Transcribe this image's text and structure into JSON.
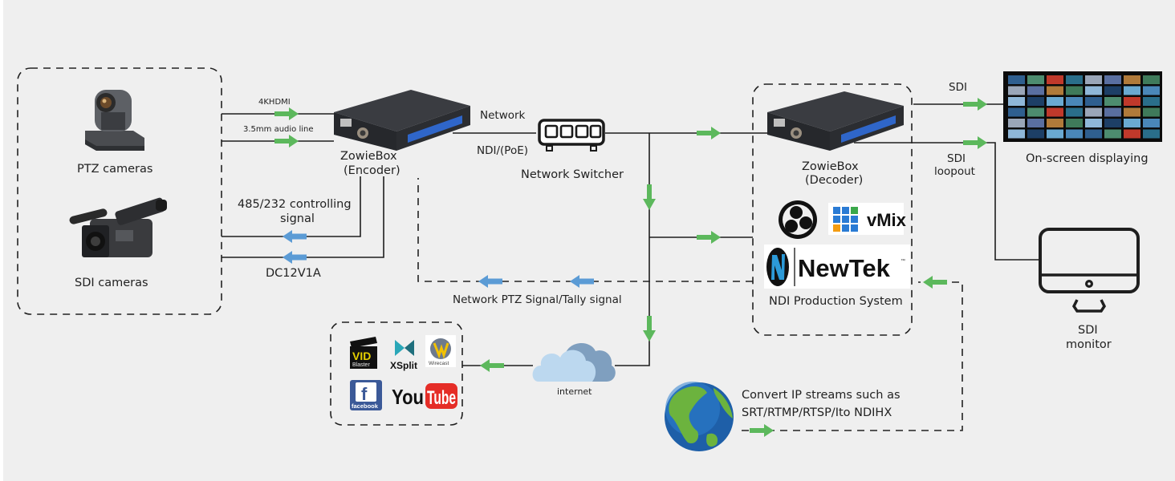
{
  "title": "ZowieBox NDI Encoder/Decoder connection diagram",
  "colors": {
    "background": "#efefef",
    "line": "#1e1e1e",
    "green_arrow": "#5cb85c",
    "blue_arrow": "#5b9bd5",
    "device_body": "#2b2d31",
    "device_screen": "#2f66c9"
  },
  "sources": {
    "ptz_label": "PTZ cameras",
    "sdi_label": "SDI cameras"
  },
  "links": {
    "hdmi": "4KHDMI",
    "audio": "3.5mm audio line",
    "control": "485/232 controlling signal",
    "control_line1": "485/232 controlling",
    "control_line2": "signal",
    "power": "DC12V1A",
    "network": "Network",
    "ndi_poe": "NDI/(PoE)",
    "ptz_tally": "Network PTZ Signal/Tally signal",
    "sdi": "SDI",
    "sdi_loopout_line1": "SDI",
    "sdi_loopout_line2": "loopout",
    "internet": "internet"
  },
  "encoder": {
    "name": "ZowieBox",
    "role": "(Encoder)",
    "brand_mark": "ZowieBox"
  },
  "switch": {
    "label": "Network Switcher",
    "icon": "network-switch-icon"
  },
  "decoder": {
    "name": "ZowieBox",
    "role": "(Decoder)"
  },
  "ndi_system": {
    "label": "NDI Production System",
    "logos": [
      "OBS",
      "vMix",
      "NewTek"
    ],
    "vmix_text": "vMix",
    "newtek_text": "NewTek",
    "tm": "™"
  },
  "outputs": {
    "display_label": "On-screen displaying",
    "monitor_line1": "SDI",
    "monitor_line2": "monitor"
  },
  "streaming": {
    "logos": [
      "VidBlaster",
      "XSplit",
      "Wirecast",
      "facebook",
      "YouTube"
    ],
    "vid": "VID",
    "blaster": "Blaster",
    "xsplit": "XSplit",
    "wirecast": "Wirecast",
    "facebook_f": "f",
    "facebook": "facebook",
    "you": "You",
    "tube": "Tube"
  },
  "ip_streams": {
    "line1": "Convert IP streams such as",
    "line2": "SRT/RTMP/RTSP/Ito NDIHX"
  }
}
